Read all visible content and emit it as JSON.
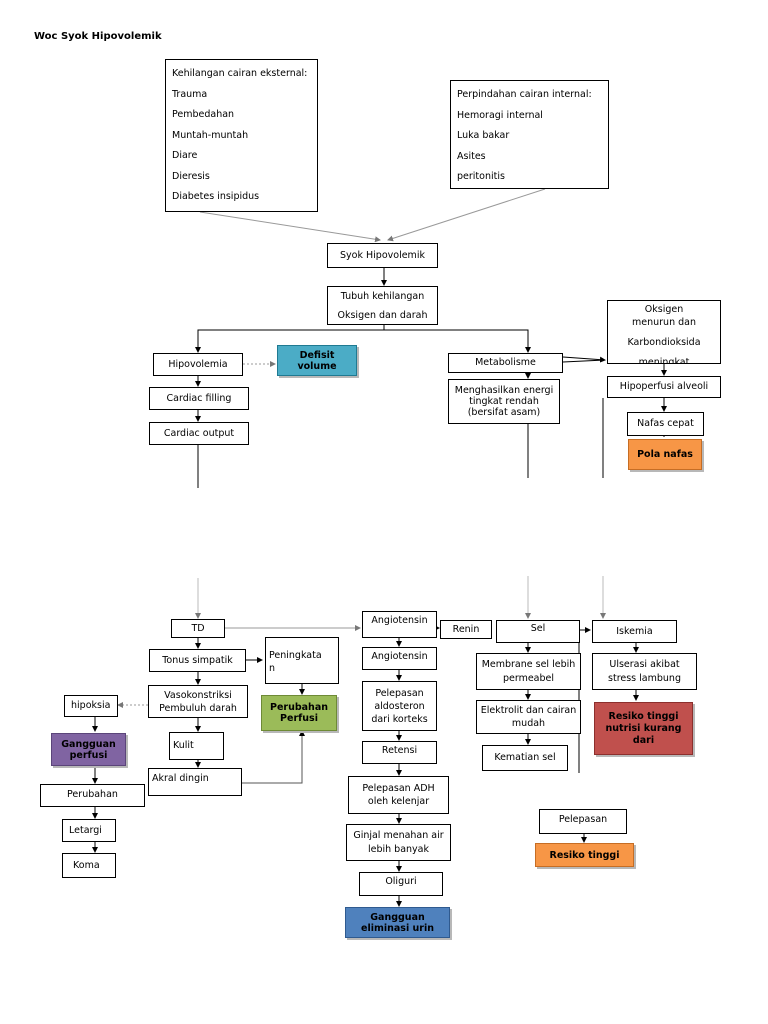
{
  "title": "Woc Syok Hipovolemik",
  "boxes": {
    "kehilangan": {
      "header": "Kehilangan cairan eksternal:",
      "items": [
        "Trauma",
        "Pembedahan",
        "Muntah-muntah",
        "Diare",
        "Dieresis",
        "Diabetes insipidus"
      ]
    },
    "perpindahan": {
      "header": "Perpindahan cairan internal:",
      "items": [
        "Hemoragi internal",
        "Luka bakar",
        "Asites",
        "peritonitis"
      ]
    },
    "syok": "Syok Hipovolemik",
    "tubuh_l1": "Tubuh kehilangan",
    "tubuh_l2": "Oksigen dan darah",
    "hipovolemia": "Hipovolemia",
    "cardiac_filling": "Cardiac filling",
    "cardiac_output": "Cardiac output",
    "metabolisme": "Metabolisme",
    "menghasilkan": "Menghasilkan energi tingkat rendah (bersifat asam)",
    "oksigen_l1": "Oksigen menurun dan",
    "oksigen_l2": "Karbondioksida",
    "oksigen_l3": "meningkat",
    "hipoperfusi": "Hipoperfusi alveoli",
    "nafas": "Nafas cepat",
    "td": "TD",
    "tonus": "Tonus simpatik",
    "vasokonstriksi": "Vasokonstriksi Pembuluh darah",
    "kulit": "Kulit",
    "akral": "Akral dingin",
    "peningkatan_l1": "Peningkata",
    "peningkatan_l2": "n",
    "hipoksia": "hipoksia",
    "perubahan": "Perubahan",
    "letargi": "Letargi",
    "koma": "Koma",
    "angiotensin1": "Angiotensin",
    "renin": "Renin",
    "angiotensin2": "Angiotensin",
    "pelepasan_aldosteron": "Pelepasan aldosteron dari korteks",
    "retensi": "Retensi",
    "adh": "Pelepasan ADH oleh kelenjar",
    "ginjal": "Ginjal menahan air lebih banyak",
    "oliguri": "Oliguri",
    "sel": "Sel",
    "membrane": "Membrane sel lebih permeabel",
    "elektrolit": "Elektrolit dan cairan mudah",
    "kematian": "Kematian sel",
    "iskemia": "Iskemia",
    "ulserasi": "Ulserasi akibat stress lambung",
    "pelepasan2": "Pelepasan"
  },
  "diagnoses": {
    "defisit": "Defisit volume",
    "pola": "Pola nafas",
    "perubahan_perfusi": "Perubahan Perfusi",
    "gangguan_perfusi": "Gangguan perfusi",
    "gangguan_eliminasi": "Gangguan eliminasi urin",
    "resiko_nutrisi": "Resiko tinggi nutrisi kurang dari",
    "resiko_tinggi": "Resiko tinggi"
  },
  "colors": {
    "defisit": "#4bacc6",
    "pola": "#f79646",
    "perubahan_perfusi": "#9bbb59",
    "gangguan_perfusi": "#8064a2",
    "gangguan_eliminasi": "#4f81bd",
    "resiko_nutrisi": "#c0504d",
    "resiko_tinggi": "#f79646"
  }
}
